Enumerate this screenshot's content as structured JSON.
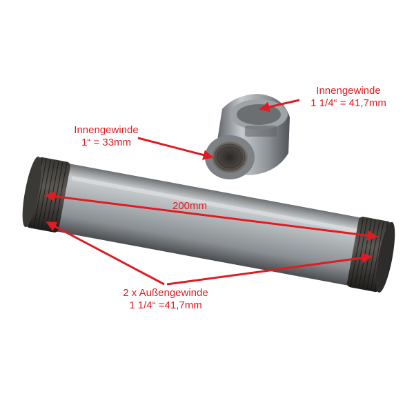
{
  "image": {
    "subject": "galvanized steel pipe nipple with reducing coupling",
    "colors": {
      "annotation": "#e01b22",
      "background": "#ffffff",
      "metal": "#a9aeb2",
      "metal_dark": "#56595c",
      "thread": "#2b2a28"
    }
  },
  "annotations": {
    "coupling_inner": {
      "line1": "Innengewinde",
      "line2": "1 1/4“ = 41,7mm"
    },
    "coupling_small": {
      "line1": "Innengewinde",
      "line2": "1“ = 33mm"
    },
    "length": {
      "text": "200mm"
    },
    "outer_thread": {
      "line1": "2 x Außengewinde",
      "line2": "1 1/4“ =41,7mm"
    }
  }
}
